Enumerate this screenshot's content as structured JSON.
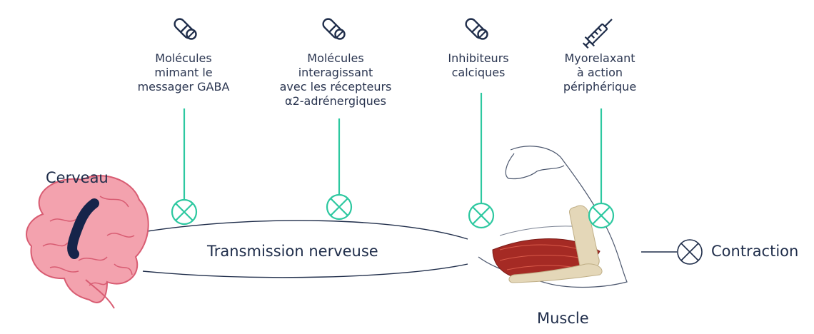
{
  "drugs": [
    {
      "label_lines": [
        "Molécules",
        "mimant le",
        "messager GABA"
      ],
      "icon": "pill-capsule-icon"
    },
    {
      "label_lines": [
        "Molécules",
        "interagissant",
        "avec les récepteurs",
        "α2-adrénergiques"
      ],
      "icon": "pill-capsule-icon"
    },
    {
      "label_lines": [
        "Inhibiteurs",
        "calciques"
      ],
      "icon": "pill-capsule-icon"
    },
    {
      "label_lines": [
        "Myorelaxant",
        "à action",
        "périphérique"
      ],
      "icon": "syringe-icon"
    }
  ],
  "labels": {
    "brain": "Cerveau",
    "transmission": "Transmission nerveuse",
    "muscle": "Muscle",
    "contraction": "Contraction"
  },
  "colors": {
    "teal": "#2dc8a0",
    "navy": "#1f2d4a",
    "brain_pink": "#f3a2ae",
    "brain_outline": "#d85c72",
    "muscle_red": "#a52a24",
    "bone": "#e4d7b8"
  }
}
